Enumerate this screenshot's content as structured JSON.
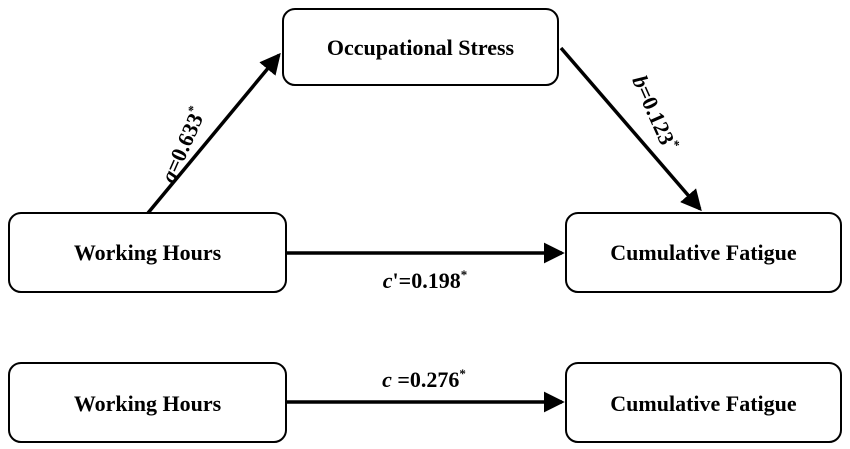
{
  "nodes": {
    "occupational_stress": "Occupational Stress",
    "working_hours_top": "Working Hours",
    "cumulative_fatigue_top": "Cumulative Fatigue",
    "working_hours_bottom": "Working Hours",
    "cumulative_fatigue_bottom": "Cumulative Fatigue"
  },
  "paths": {
    "a": {
      "symbol": "a",
      "value": "=0.633",
      "significance": "*"
    },
    "b": {
      "symbol": "b",
      "value": "=0.123",
      "significance": "*"
    },
    "c_prime": {
      "symbol": "c",
      "prime": "'",
      "value": "=0.198",
      "significance": "*"
    },
    "c": {
      "symbol": "c",
      "value": " =0.276",
      "significance": "*"
    }
  }
}
